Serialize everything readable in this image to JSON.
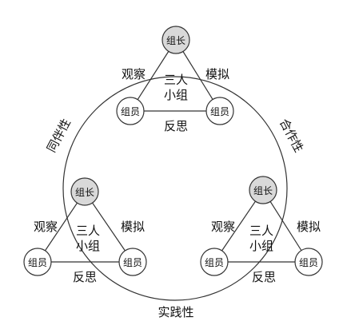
{
  "colors": {
    "stroke": "#333333",
    "leader_fill": "#d9d9d9",
    "member_fill": "#ffffff",
    "text": "#111111"
  },
  "outer_labels": {
    "left": "同伴性",
    "right": "合作性",
    "bottom": "实践性"
  },
  "groups": [
    {
      "id": "top",
      "leader": "组长",
      "member_left": "组员",
      "member_right": "组员",
      "center_line1": "三人",
      "center_line2": "小组",
      "edge_left": "观察",
      "edge_right": "模拟",
      "edge_bottom": "反思"
    },
    {
      "id": "left",
      "leader": "组长",
      "member_left": "组员",
      "member_right": "组员",
      "center_line1": "三人",
      "center_line2": "小组",
      "edge_left": "观察",
      "edge_right": "模拟",
      "edge_bottom": "反思"
    },
    {
      "id": "right",
      "leader": "组长",
      "member_left": "组员",
      "member_right": "组员",
      "center_line1": "三人",
      "center_line2": "小组",
      "edge_left": "观察",
      "edge_right": "模拟",
      "edge_bottom": "反思"
    }
  ]
}
